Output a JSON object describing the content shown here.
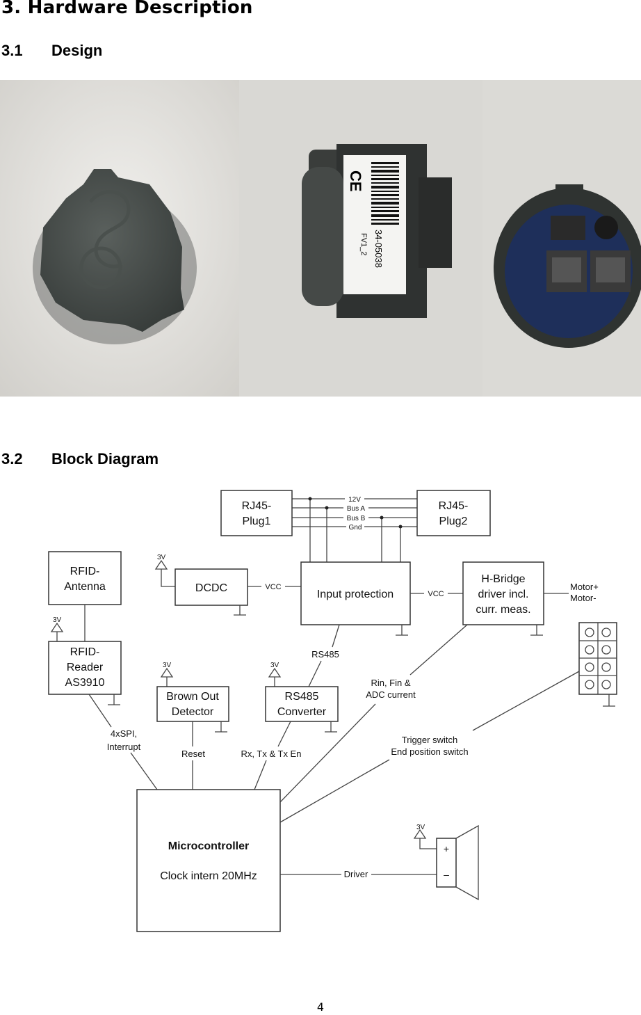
{
  "heading": {
    "number": "3.",
    "title": "Hardware Description"
  },
  "section1": {
    "number": "3.1",
    "title": "Design"
  },
  "photos": {
    "label_ce": "CE",
    "label_code": "34-05038",
    "label_version": "FV1_2"
  },
  "section2": {
    "number": "3.2",
    "title": "Block Diagram"
  },
  "diagram": {
    "rj45_plug1": [
      "RJ45-",
      "Plug1"
    ],
    "rj45_plug2": [
      "RJ45-",
      "Plug2"
    ],
    "bus_lines": [
      "12V",
      "Bus A",
      "Bus B",
      "Gnd"
    ],
    "rfid_antenna": [
      "RFID-",
      "Antenna"
    ],
    "dcdc": "DCDC",
    "input_protection": "Input protection",
    "hbridge": [
      "H-Bridge",
      "driver incl.",
      "curr. meas."
    ],
    "vcc_left": "VCC",
    "vcc_right": "VCC",
    "motor_plus": "Motor+",
    "motor_minus": "Motor-",
    "supply_3v": "3V",
    "rfid_reader": [
      "RFID-",
      "Reader",
      "AS3910"
    ],
    "brown_out": [
      "Brown Out",
      "Detector"
    ],
    "rs485_converter": [
      "RS485",
      "Converter"
    ],
    "rs485_link": "RS485",
    "rin_fin": [
      "Rin, Fin &",
      "ADC current"
    ],
    "trigger": [
      "Trigger switch",
      "End position switch"
    ],
    "spi": [
      "4xSPI,",
      "Interrupt"
    ],
    "reset": "Reset",
    "rx_tx": "Rx, Tx & Tx En",
    "mcu_title": "Microcontroller",
    "mcu_clock": "Clock intern 20MHz",
    "driver": "Driver",
    "plus_sign": "+",
    "minus_sign": "–"
  },
  "page_number": "4"
}
